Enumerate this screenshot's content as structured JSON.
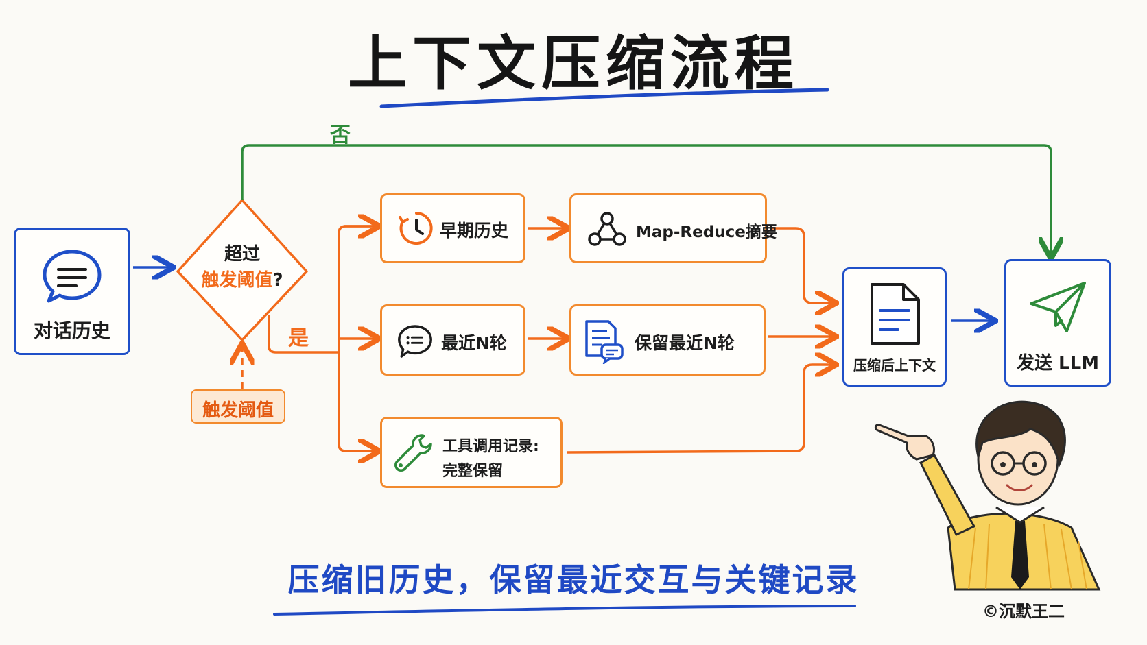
{
  "title": "上下文压缩流程",
  "subtitle": "压缩旧历史，保留最近交互与关键记录",
  "copyright": "©沉默王二",
  "branches": {
    "no": "否",
    "yes": "是"
  },
  "nodes": {
    "history": "对话历史",
    "decision_line1": "超过",
    "decision_line2": "触发阈值",
    "decision_q": "?",
    "threshold": "触发阈值",
    "early": "早期历史",
    "mapreduce": "Map-Reduce摘要",
    "recent": "最近N轮",
    "keep_recent": "保留最近N轮",
    "tools_line1": "工具调用记录:",
    "tools_line2": "完整保留",
    "compressed": "压缩后上下文",
    "send": "发送 LLM"
  },
  "colors": {
    "blue": "#1f4fc8",
    "orange": "#f28a2e",
    "flow_orange": "#f26a1b",
    "green": "#2e8b3a",
    "text": "#1d1d1d"
  },
  "icons": {
    "history": "chat-bubble-icon",
    "early": "clock-icon",
    "mapreduce": "graph-nodes-icon",
    "recent": "chat-bubble-icon",
    "keep_recent": "document-chat-icon",
    "tools": "wrench-icon",
    "compressed": "document-icon",
    "send": "paper-plane-icon",
    "mascot": "mascot-pointing-icon"
  }
}
